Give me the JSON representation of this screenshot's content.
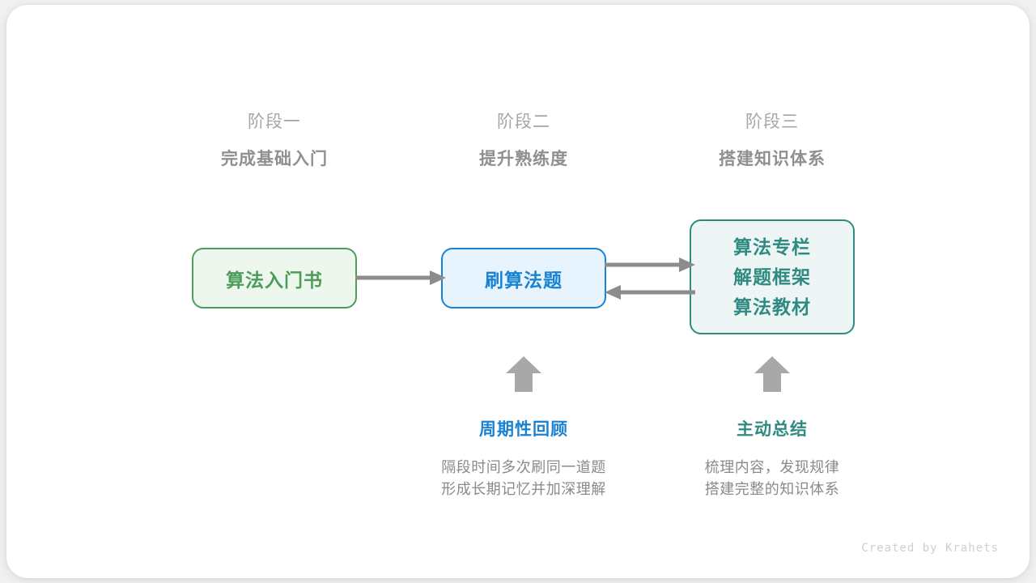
{
  "credit": "Created by Krahets",
  "colors": {
    "green": "#4d9c5a",
    "green_fill": "#eef7ee",
    "blue": "#1a82d2",
    "blue_fill": "#e7f4fd",
    "teal": "#2f8a82",
    "teal_fill": "#edf6f4",
    "arrow_gray": "#8c8c8c",
    "header_gray": "#a6a6a6",
    "title_gray": "#8f8f8f",
    "body_gray": "#8a8a8a",
    "card_bg": "#ffffff",
    "page_bg": "#f0f0f0"
  },
  "phases": [
    {
      "stage": "阶段一",
      "title": "完成基础入门"
    },
    {
      "stage": "阶段二",
      "title": "提升熟练度"
    },
    {
      "stage": "阶段三",
      "title": "搭建知识体系"
    }
  ],
  "nodes": {
    "green": {
      "label": "算法入门书"
    },
    "blue": {
      "label": "刷算法题"
    },
    "teal": {
      "line1": "算法专栏",
      "line2": "解题框架",
      "line3": "算法教材"
    }
  },
  "annotations": [
    {
      "title": "周期性回顾",
      "desc_line1": "隔段时间多次刷同一道题",
      "desc_line2": "形成长期记忆并加深理解"
    },
    {
      "title": "主动总结",
      "desc_line1": "梳理内容，发现规律",
      "desc_line2": "搭建完整的知识体系"
    }
  ],
  "icons": {
    "arrow_right": "arrow-right-icon",
    "arrow_left": "arrow-left-icon",
    "arrow_up": "arrow-up-icon"
  }
}
